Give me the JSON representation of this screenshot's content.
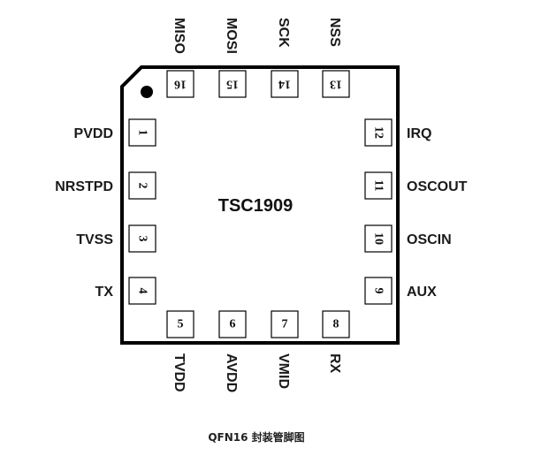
{
  "chip": {
    "name": "TSC1909",
    "caption": "QFN16 封装管脚图"
  },
  "pins": [
    {
      "num": "1",
      "name": "PVDD"
    },
    {
      "num": "2",
      "name": "NRSTPD"
    },
    {
      "num": "3",
      "name": "TVSS"
    },
    {
      "num": "4",
      "name": "TX"
    },
    {
      "num": "5",
      "name": "TVDD"
    },
    {
      "num": "6",
      "name": "AVDD"
    },
    {
      "num": "7",
      "name": "VMID"
    },
    {
      "num": "8",
      "name": "RX"
    },
    {
      "num": "9",
      "name": "AUX"
    },
    {
      "num": "10",
      "name": "OSCIN"
    },
    {
      "num": "11",
      "name": "OSCOUT"
    },
    {
      "num": "12",
      "name": "IRQ"
    },
    {
      "num": "13",
      "name": "NSS"
    },
    {
      "num": "14",
      "name": "SCK"
    },
    {
      "num": "15",
      "name": "MOSI"
    },
    {
      "num": "16",
      "name": "MISO"
    }
  ]
}
